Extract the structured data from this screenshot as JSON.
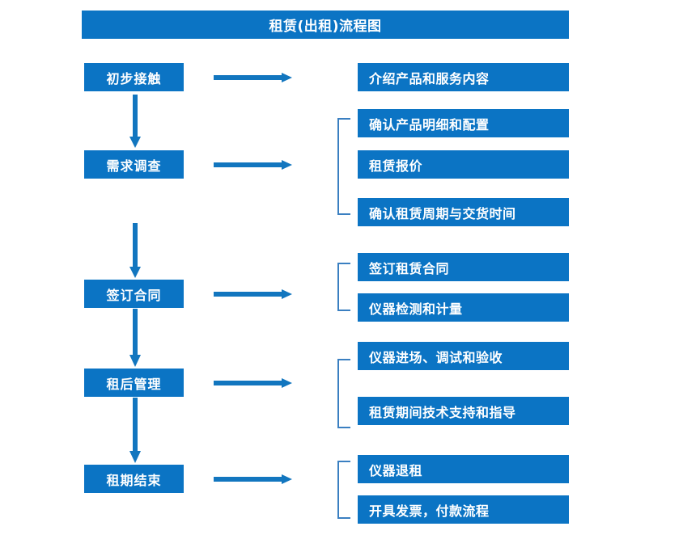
{
  "title": "租赁(出租)流程图",
  "theme": {
    "box_fill": "#0b74c4",
    "box_text": "#ffffff",
    "arrow": "#1276bf",
    "bracket": "#3a7fc1",
    "background": "#ffffff"
  },
  "stages": [
    {
      "label": "初步接触"
    },
    {
      "label": "需求调查"
    },
    {
      "label": "签订合同"
    },
    {
      "label": "租后管理"
    },
    {
      "label": "租期结束"
    }
  ],
  "details": [
    {
      "label": "介绍产品和服务内容"
    },
    {
      "label": "确认产品明细和配置"
    },
    {
      "label": "租赁报价"
    },
    {
      "label": "确认租赁周期与交货时间"
    },
    {
      "label": "签订租赁合同"
    },
    {
      "label": "仪器检测和计量"
    },
    {
      "label": "仪器进场、调试和验收"
    },
    {
      "label": "租赁期间技术支持和指导"
    },
    {
      "label": "仪器退租"
    },
    {
      "label": "开具发票，付款流程"
    }
  ],
  "icons": {
    "right_arrow": "right-arrow-icon",
    "down_arrow": "down-arrow-icon",
    "bracket": "group-bracket-icon"
  }
}
